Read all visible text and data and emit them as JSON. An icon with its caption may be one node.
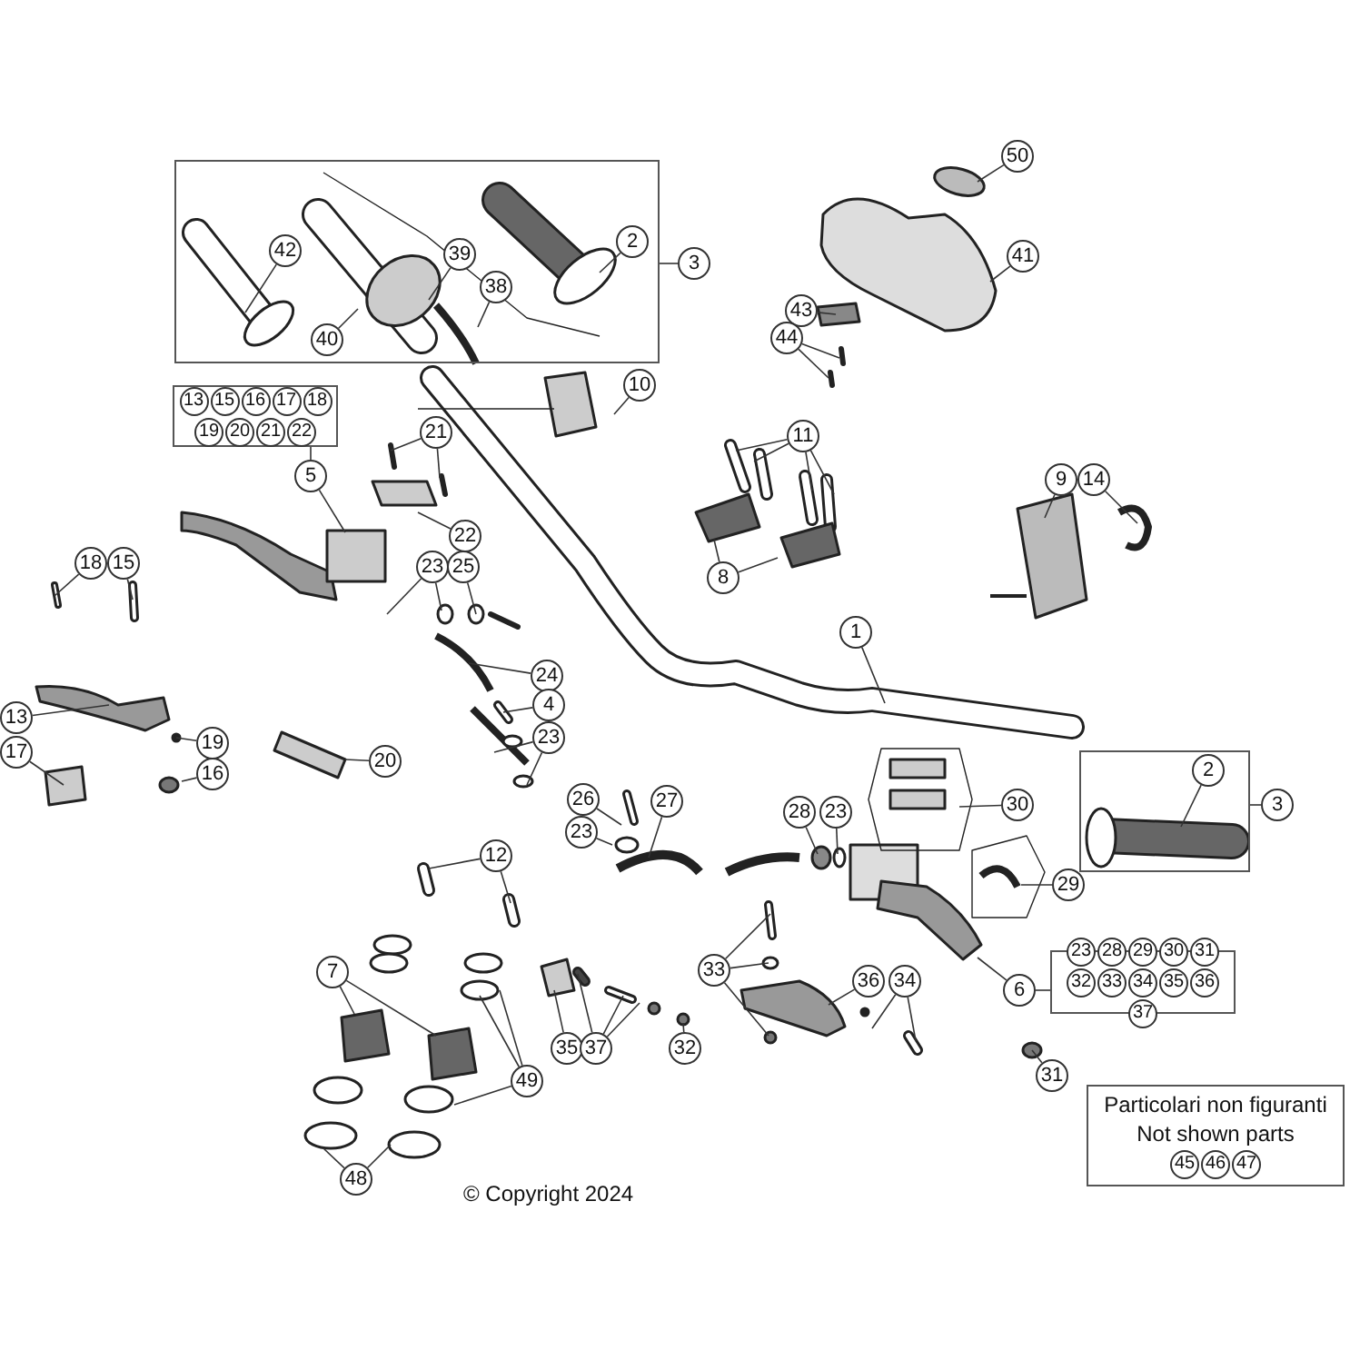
{
  "diagram": {
    "nodes": [
      {
        "text": [],
        "shape": "box"
      },
      {
        "text": [
          "42"
        ],
        "in": 0
      },
      {
        "text": [
          "39"
        ],
        "in": 0
      },
      {
        "text": [
          "2"
        ],
        "in": 0
      },
      {
        "text": [
          "3"
        ]
      },
      {
        "text": [
          "38"
        ],
        "in": 0
      },
      {
        "text": [
          "40"
        ],
        "in": 0
      },
      {
        "text": [
          "50"
        ]
      },
      {
        "text": [
          "41"
        ]
      },
      {
        "text": [
          "43"
        ]
      },
      {
        "text": [
          "44"
        ]
      },
      {
        "text": [
          "13",
          "15",
          "16",
          "17",
          "18",
          "19",
          "20",
          "21",
          "22"
        ]
      },
      {
        "text": [
          "10"
        ]
      },
      {
        "text": [
          "21"
        ]
      },
      {
        "text": [
          "11"
        ]
      },
      {
        "text": [
          "5"
        ]
      },
      {
        "text": [
          "9"
        ]
      },
      {
        "text": [
          "14"
        ]
      },
      {
        "text": [
          "22"
        ]
      },
      {
        "text": [
          "18"
        ]
      },
      {
        "text": [
          "15"
        ]
      },
      {
        "text": [
          "23"
        ]
      },
      {
        "text": [
          "25"
        ]
      },
      {
        "text": [
          "8"
        ]
      },
      {
        "text": [
          "1"
        ]
      },
      {
        "text": [
          "24"
        ]
      },
      {
        "text": [
          "4"
        ]
      },
      {
        "text": [
          "23"
        ]
      },
      {
        "text": [
          "13"
        ]
      },
      {
        "text": [
          "19"
        ]
      },
      {
        "text": [
          "20"
        ]
      },
      {
        "text": [
          "17"
        ]
      },
      {
        "text": [
          "16"
        ]
      },
      {
        "text": [],
        "shape": "box"
      },
      {
        "text": [
          "2"
        ],
        "in": 33
      },
      {
        "text": [
          "3"
        ]
      },
      {
        "text": [
          "26"
        ]
      },
      {
        "text": [
          "27"
        ]
      },
      {
        "text": [
          "28"
        ]
      },
      {
        "text": [
          "23"
        ]
      },
      {
        "text": [
          "30"
        ]
      },
      {
        "text": [
          "23"
        ]
      },
      {
        "text": [
          "12"
        ]
      },
      {
        "text": [
          "29"
        ]
      },
      {
        "text": [
          "33"
        ]
      },
      {
        "text": [
          "36"
        ]
      },
      {
        "text": [
          "34"
        ]
      },
      {
        "text": [
          "6"
        ]
      },
      {
        "text": [
          "23",
          "28",
          "29",
          "30",
          "31",
          "32",
          "33",
          "34",
          "35",
          "36",
          "37"
        ]
      },
      {
        "text": [
          "7"
        ]
      },
      {
        "text": [
          "35"
        ]
      },
      {
        "text": [
          "37"
        ]
      },
      {
        "text": [
          "32"
        ]
      },
      {
        "text": [
          "31"
        ]
      },
      {
        "text": [
          "49"
        ]
      },
      {
        "text": [
          "48"
        ]
      },
      {
        "text": [
          "Particolari non figuranti",
          "Not shown parts",
          "45",
          "46",
          "47"
        ]
      }
    ],
    "edges": [
      {
        "from": 4,
        "to": 0,
        "arrow": "none"
      },
      {
        "from": 1,
        "to": null,
        "arrow": "none"
      },
      {
        "from": 2,
        "to": null,
        "arrow": "none"
      },
      {
        "from": 3,
        "to": null,
        "arrow": "none"
      },
      {
        "from": 5,
        "to": null,
        "arrow": "none"
      },
      {
        "from": 6,
        "to": null,
        "arrow": "none"
      },
      {
        "from": 7,
        "to": null,
        "arrow": "none"
      },
      {
        "from": 8,
        "to": null,
        "arrow": "none"
      },
      {
        "from": 9,
        "to": null,
        "arrow": "none"
      },
      {
        "from": 10,
        "to": null,
        "arrow": "none"
      },
      {
        "from": 10,
        "to": null,
        "arrow": "none"
      },
      {
        "from": 12,
        "to": null,
        "arrow": "none"
      },
      {
        "from": 13,
        "to": null,
        "arrow": "none"
      },
      {
        "from": 13,
        "to": null,
        "arrow": "none"
      },
      {
        "from": 14,
        "to": null,
        "arrow": "none"
      },
      {
        "from": 14,
        "to": null,
        "arrow": "none"
      },
      {
        "from": 14,
        "to": null,
        "arrow": "none"
      },
      {
        "from": 14,
        "to": null,
        "arrow": "none"
      },
      {
        "from": 15,
        "to": 11,
        "arrow": "none"
      },
      {
        "from": 15,
        "to": null,
        "arrow": "none"
      },
      {
        "from": 16,
        "to": null,
        "arrow": "none"
      },
      {
        "from": 17,
        "to": null,
        "arrow": "none"
      },
      {
        "from": 18,
        "to": null,
        "arrow": "none"
      },
      {
        "from": 19,
        "to": null,
        "arrow": "none"
      },
      {
        "from": 20,
        "to": null,
        "arrow": "none"
      },
      {
        "from": 21,
        "to": null,
        "arrow": "none"
      },
      {
        "from": 21,
        "to": null,
        "arrow": "none"
      },
      {
        "from": 22,
        "to": null,
        "arrow": "none"
      },
      {
        "from": 23,
        "to": null,
        "arrow": "none"
      },
      {
        "from": 23,
        "to": null,
        "arrow": "none"
      },
      {
        "from": 24,
        "to": null,
        "arrow": "none"
      },
      {
        "from": 25,
        "to": null,
        "arrow": "none"
      },
      {
        "from": 26,
        "to": null,
        "arrow": "none"
      },
      {
        "from": 27,
        "to": null,
        "arrow": "none"
      },
      {
        "from": 27,
        "to": null,
        "arrow": "none"
      },
      {
        "from": 28,
        "to": null,
        "arrow": "none"
      },
      {
        "from": 29,
        "to": null,
        "arrow": "none"
      },
      {
        "from": 30,
        "to": null,
        "arrow": "none"
      },
      {
        "from": 31,
        "to": null,
        "arrow": "none"
      },
      {
        "from": 32,
        "to": null,
        "arrow": "none"
      },
      {
        "from": 34,
        "to": null,
        "arrow": "none"
      },
      {
        "from": 35,
        "to": 33,
        "arrow": "none"
      },
      {
        "from": 36,
        "to": null,
        "arrow": "none"
      },
      {
        "from": 37,
        "to": null,
        "arrow": "none"
      },
      {
        "from": 38,
        "to": null,
        "arrow": "none"
      },
      {
        "from": 39,
        "to": null,
        "arrow": "none"
      },
      {
        "from": 40,
        "to": null,
        "arrow": "none"
      },
      {
        "from": 41,
        "to": null,
        "arrow": "none"
      },
      {
        "from": 42,
        "to": null,
        "arrow": "none"
      },
      {
        "from": 42,
        "to": null,
        "arrow": "none"
      },
      {
        "from": 43,
        "to": null,
        "arrow": "none"
      },
      {
        "from": 44,
        "to": null,
        "arrow": "none"
      },
      {
        "from": 44,
        "to": null,
        "arrow": "none"
      },
      {
        "from": 44,
        "to": null,
        "arrow": "none"
      },
      {
        "from": 45,
        "to": null,
        "arrow": "none"
      },
      {
        "from": 46,
        "to": null,
        "arrow": "none"
      },
      {
        "from": 46,
        "to": null,
        "arrow": "none"
      },
      {
        "from": 47,
        "to": null,
        "arrow": "none"
      },
      {
        "from": 47,
        "to": 48,
        "arrow": "none"
      },
      {
        "from": 49,
        "to": null,
        "arrow": "none"
      },
      {
        "from": 49,
        "to": null,
        "arrow": "none"
      },
      {
        "from": 50,
        "to": null,
        "arrow": "none"
      },
      {
        "from": 51,
        "to": null,
        "arrow": "none"
      },
      {
        "from": 51,
        "to": null,
        "arrow": "none"
      },
      {
        "from": 51,
        "to": null,
        "arrow": "none"
      },
      {
        "from": 52,
        "to": null,
        "arrow": "none"
      },
      {
        "from": 53,
        "to": null,
        "arrow": "none"
      },
      {
        "from": 54,
        "to": null,
        "arrow": "none"
      },
      {
        "from": 54,
        "to": null,
        "arrow": "none"
      },
      {
        "from": 54,
        "to": null,
        "arrow": "none"
      },
      {
        "from": 55,
        "to": null,
        "arrow": "none"
      },
      {
        "from": 55,
        "to": null,
        "arrow": "none"
      }
    ],
    "labels": [
      "© Copyright 2024"
    ]
  }
}
